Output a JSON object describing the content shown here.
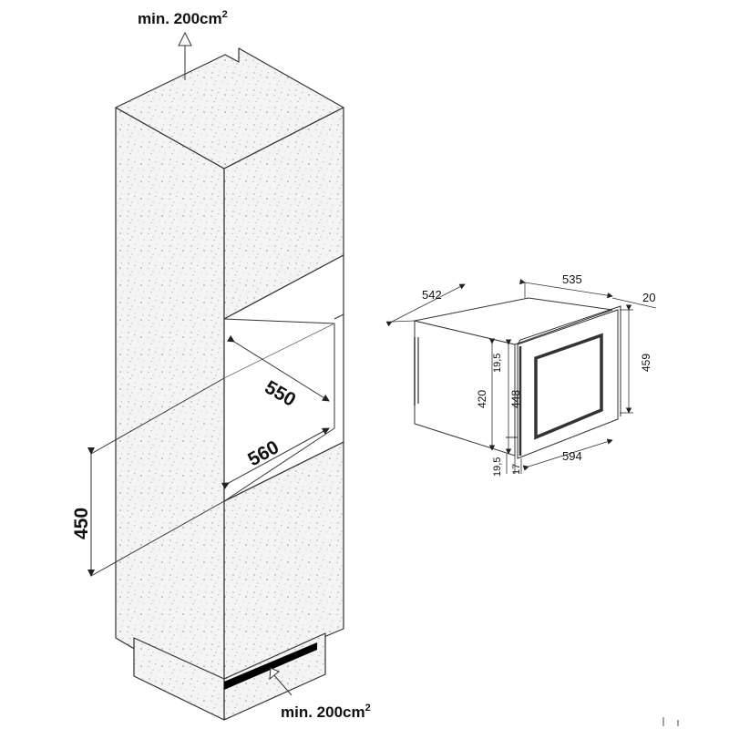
{
  "top_vent": {
    "text": "min. 200cm",
    "sup": "2"
  },
  "bottom_vent": {
    "text": "min. 200cm",
    "sup": "2"
  },
  "cabinet": {
    "depth": "550",
    "width": "560",
    "height": "450"
  },
  "appliance": {
    "depth": "542",
    "top_width": "535",
    "door_thickness": "20",
    "overall_height": "459",
    "body_height": "420",
    "inner_height": "448",
    "top_gap": "19,5",
    "bottom_gap": "19,5",
    "bottom_offset": "17",
    "width": "594"
  },
  "colors": {
    "stone_fill": "#f4f4f4",
    "line": "#333333",
    "speckle": "#9a9a9a"
  }
}
